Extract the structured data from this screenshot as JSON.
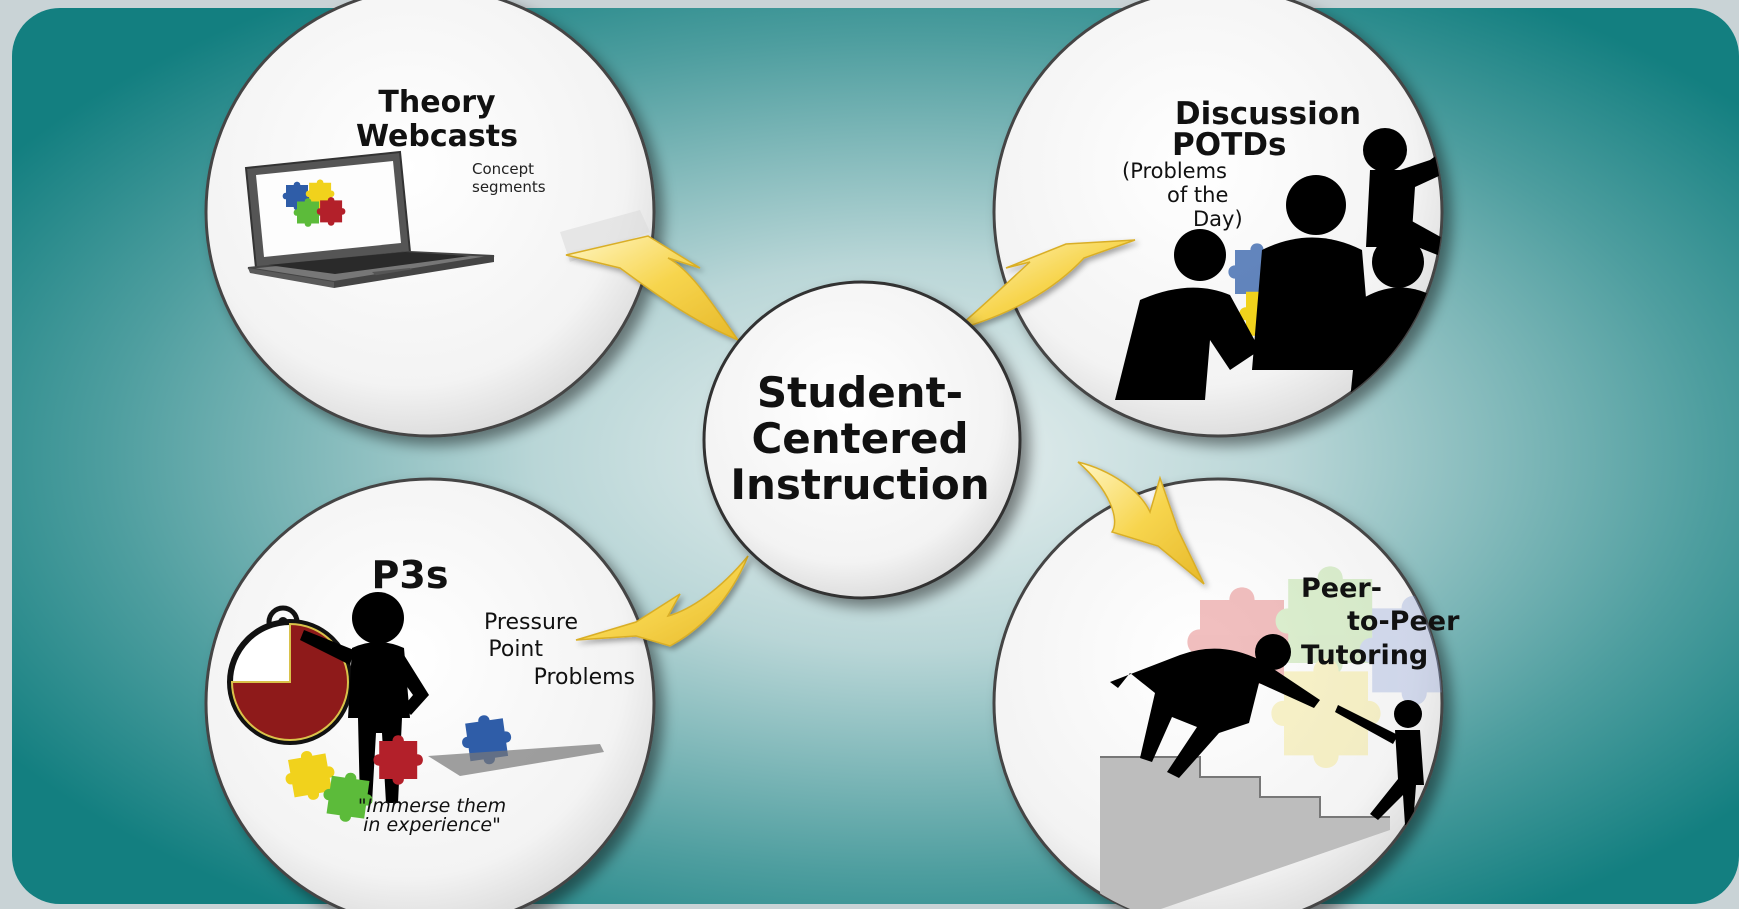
{
  "center": {
    "line1": "Student-",
    "line2": "Centered",
    "line3": "Instruction"
  },
  "theory": {
    "title1": "Theory",
    "title2": "Webcasts",
    "note1": "Concept",
    "note2": "segments"
  },
  "discussion": {
    "title1": "Discussion",
    "title2": "POTDs",
    "sub1": "(Problems",
    "sub2": "of the",
    "sub3": "Day)"
  },
  "p3s": {
    "title": "P3s",
    "sub1": "Pressure",
    "sub2": "Point",
    "sub3": "Problems",
    "quote1": "\"Immerse them",
    "quote2": "in experience\""
  },
  "peer": {
    "line1": "Peer-",
    "line2": "to-Peer",
    "line3": "Tutoring"
  },
  "colors": {
    "background": "#137f80",
    "arrow": "#f5d24a",
    "puzzle_blue": "#2f5da8",
    "puzzle_yellow": "#f1d21c",
    "puzzle_green": "#5cbb3a",
    "puzzle_red": "#b3202a",
    "clock_red": "#8e1a1a"
  }
}
